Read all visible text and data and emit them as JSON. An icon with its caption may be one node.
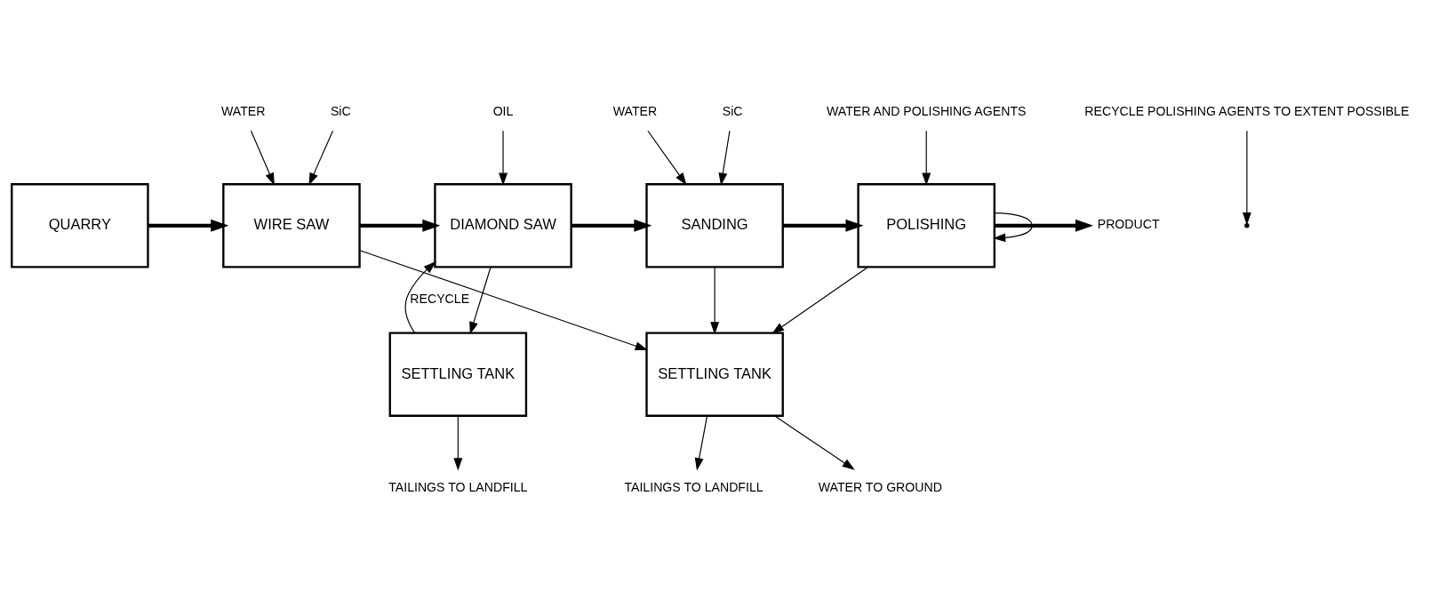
{
  "diagram": {
    "nodes": [
      {
        "text": [
          "QUARRY"
        ]
      },
      {
        "text": [
          "WIRE SAW"
        ]
      },
      {
        "text": [
          "DIAMOND SAW"
        ]
      },
      {
        "text": [
          "SANDING"
        ]
      },
      {
        "text": [
          "POLISHING"
        ]
      },
      {
        "text": [
          "SETTLING TANK"
        ]
      },
      {
        "text": [
          "SETTLING TANK"
        ]
      },
      {
        "text": [
          "WATER"
        ]
      },
      {
        "text": [
          "SiC"
        ]
      },
      {
        "text": [
          "OIL"
        ]
      },
      {
        "text": [
          "WATER"
        ]
      },
      {
        "text": [
          "SiC"
        ]
      },
      {
        "text": [
          "WATER AND POLISHING AGENTS"
        ]
      },
      {
        "text": [
          "PRODUCT"
        ]
      },
      {
        "text": [
          "WATER TO GROUND"
        ]
      },
      {
        "text": [
          "TAILINGS TO LANDFILL"
        ]
      },
      {
        "text": [
          "TAILINGS TO LANDFILL"
        ]
      },
      {
        "text": [
          "RECYCLE POLISHING AGENTS TO EXTENT POSSIBLE"
        ]
      }
    ],
    "edges": [
      {
        "from": 0,
        "to": 1,
        "arrow": "to",
        "style": "thick"
      },
      {
        "from": 1,
        "to": 2,
        "arrow": "to",
        "style": "thick"
      },
      {
        "from": 2,
        "to": 3,
        "arrow": "to",
        "style": "thick"
      },
      {
        "from": 3,
        "to": 4,
        "arrow": "to",
        "style": "thick"
      },
      {
        "from": 4,
        "to": 13,
        "arrow": "to",
        "style": "thick"
      },
      {
        "from": 7,
        "to": 1,
        "arrow": "to"
      },
      {
        "from": 8,
        "to": 1,
        "arrow": "to"
      },
      {
        "from": 9,
        "to": 2,
        "arrow": "to"
      },
      {
        "from": 10,
        "to": 3,
        "arrow": "to"
      },
      {
        "from": 11,
        "to": 3,
        "arrow": "to"
      },
      {
        "from": 12,
        "to": 4,
        "arrow": "to"
      },
      {
        "from": 1,
        "to": 5,
        "arrow": "to"
      },
      {
        "from": 3,
        "to": 5,
        "arrow": "to"
      },
      {
        "from": 4,
        "to": 5,
        "arrow": "to"
      },
      {
        "from": 2,
        "to": 6,
        "arrow": "to"
      },
      {
        "from": 6,
        "to": 2,
        "arrow": "to",
        "label": "RECYCLE"
      },
      {
        "from": 4,
        "to": 4,
        "arrow": "to"
      },
      {
        "from": 5,
        "to": 14,
        "arrow": "to"
      },
      {
        "from": 5,
        "to": 15,
        "arrow": "to"
      },
      {
        "from": 6,
        "to": 16,
        "arrow": "to"
      },
      {
        "from": 17,
        "to": null,
        "arrow": "to"
      }
    ]
  }
}
